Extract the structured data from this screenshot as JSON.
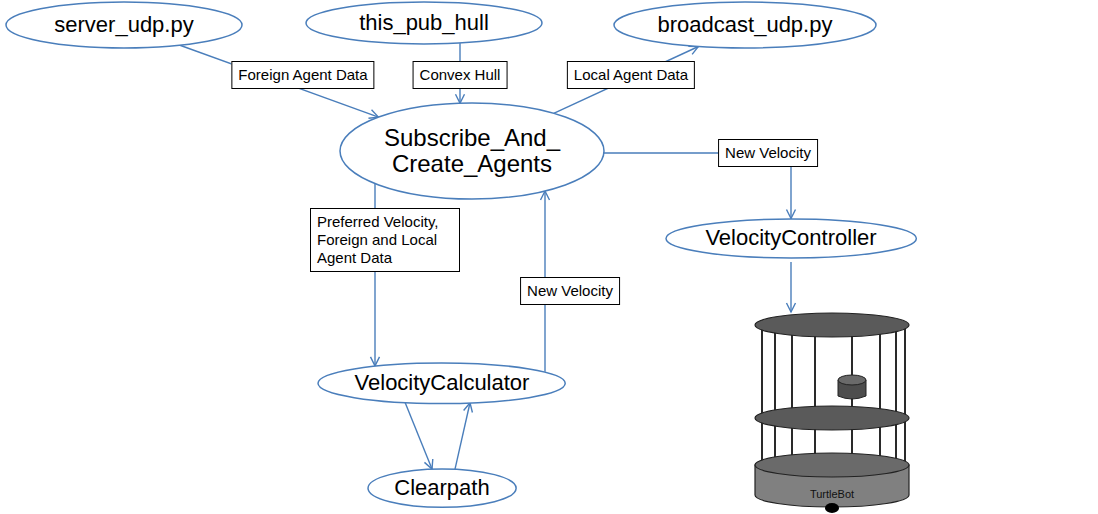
{
  "diagram": {
    "nodes": [
      {
        "text": [
          "server_udp.py"
        ]
      },
      {
        "text": [
          "this_pub_hull"
        ]
      },
      {
        "text": [
          "broadcast_udp.py"
        ]
      },
      {
        "text": [
          "Subscribe_And_ Create_Agents"
        ]
      },
      {
        "text": [
          "VelocityController"
        ]
      },
      {
        "text": [
          "VelocityCalculator"
        ]
      },
      {
        "text": [
          "Clearpath"
        ]
      }
    ],
    "edges": [
      {
        "from": 0,
        "to": 3,
        "label": "Foreign Agent Data",
        "arrow": "to"
      },
      {
        "from": 1,
        "to": 3,
        "label": "Convex Hull",
        "arrow": "to"
      },
      {
        "from": 3,
        "to": 2,
        "label": "Local Agent Data",
        "arrow": "to"
      },
      {
        "from": 3,
        "to": 4,
        "label": "New Velocity",
        "arrow": "to"
      },
      {
        "from": 3,
        "to": 5,
        "label": "Preferred Velocity, Foreign and Local Agent Data",
        "arrow": "to"
      },
      {
        "from": 5,
        "to": 3,
        "label": "New Velocity",
        "arrow": "to"
      },
      {
        "from": 5,
        "to": 6,
        "arrow": "to"
      },
      {
        "from": 6,
        "to": 5,
        "arrow": "to"
      }
    ],
    "labels": [
      "TurtleBot"
    ]
  }
}
